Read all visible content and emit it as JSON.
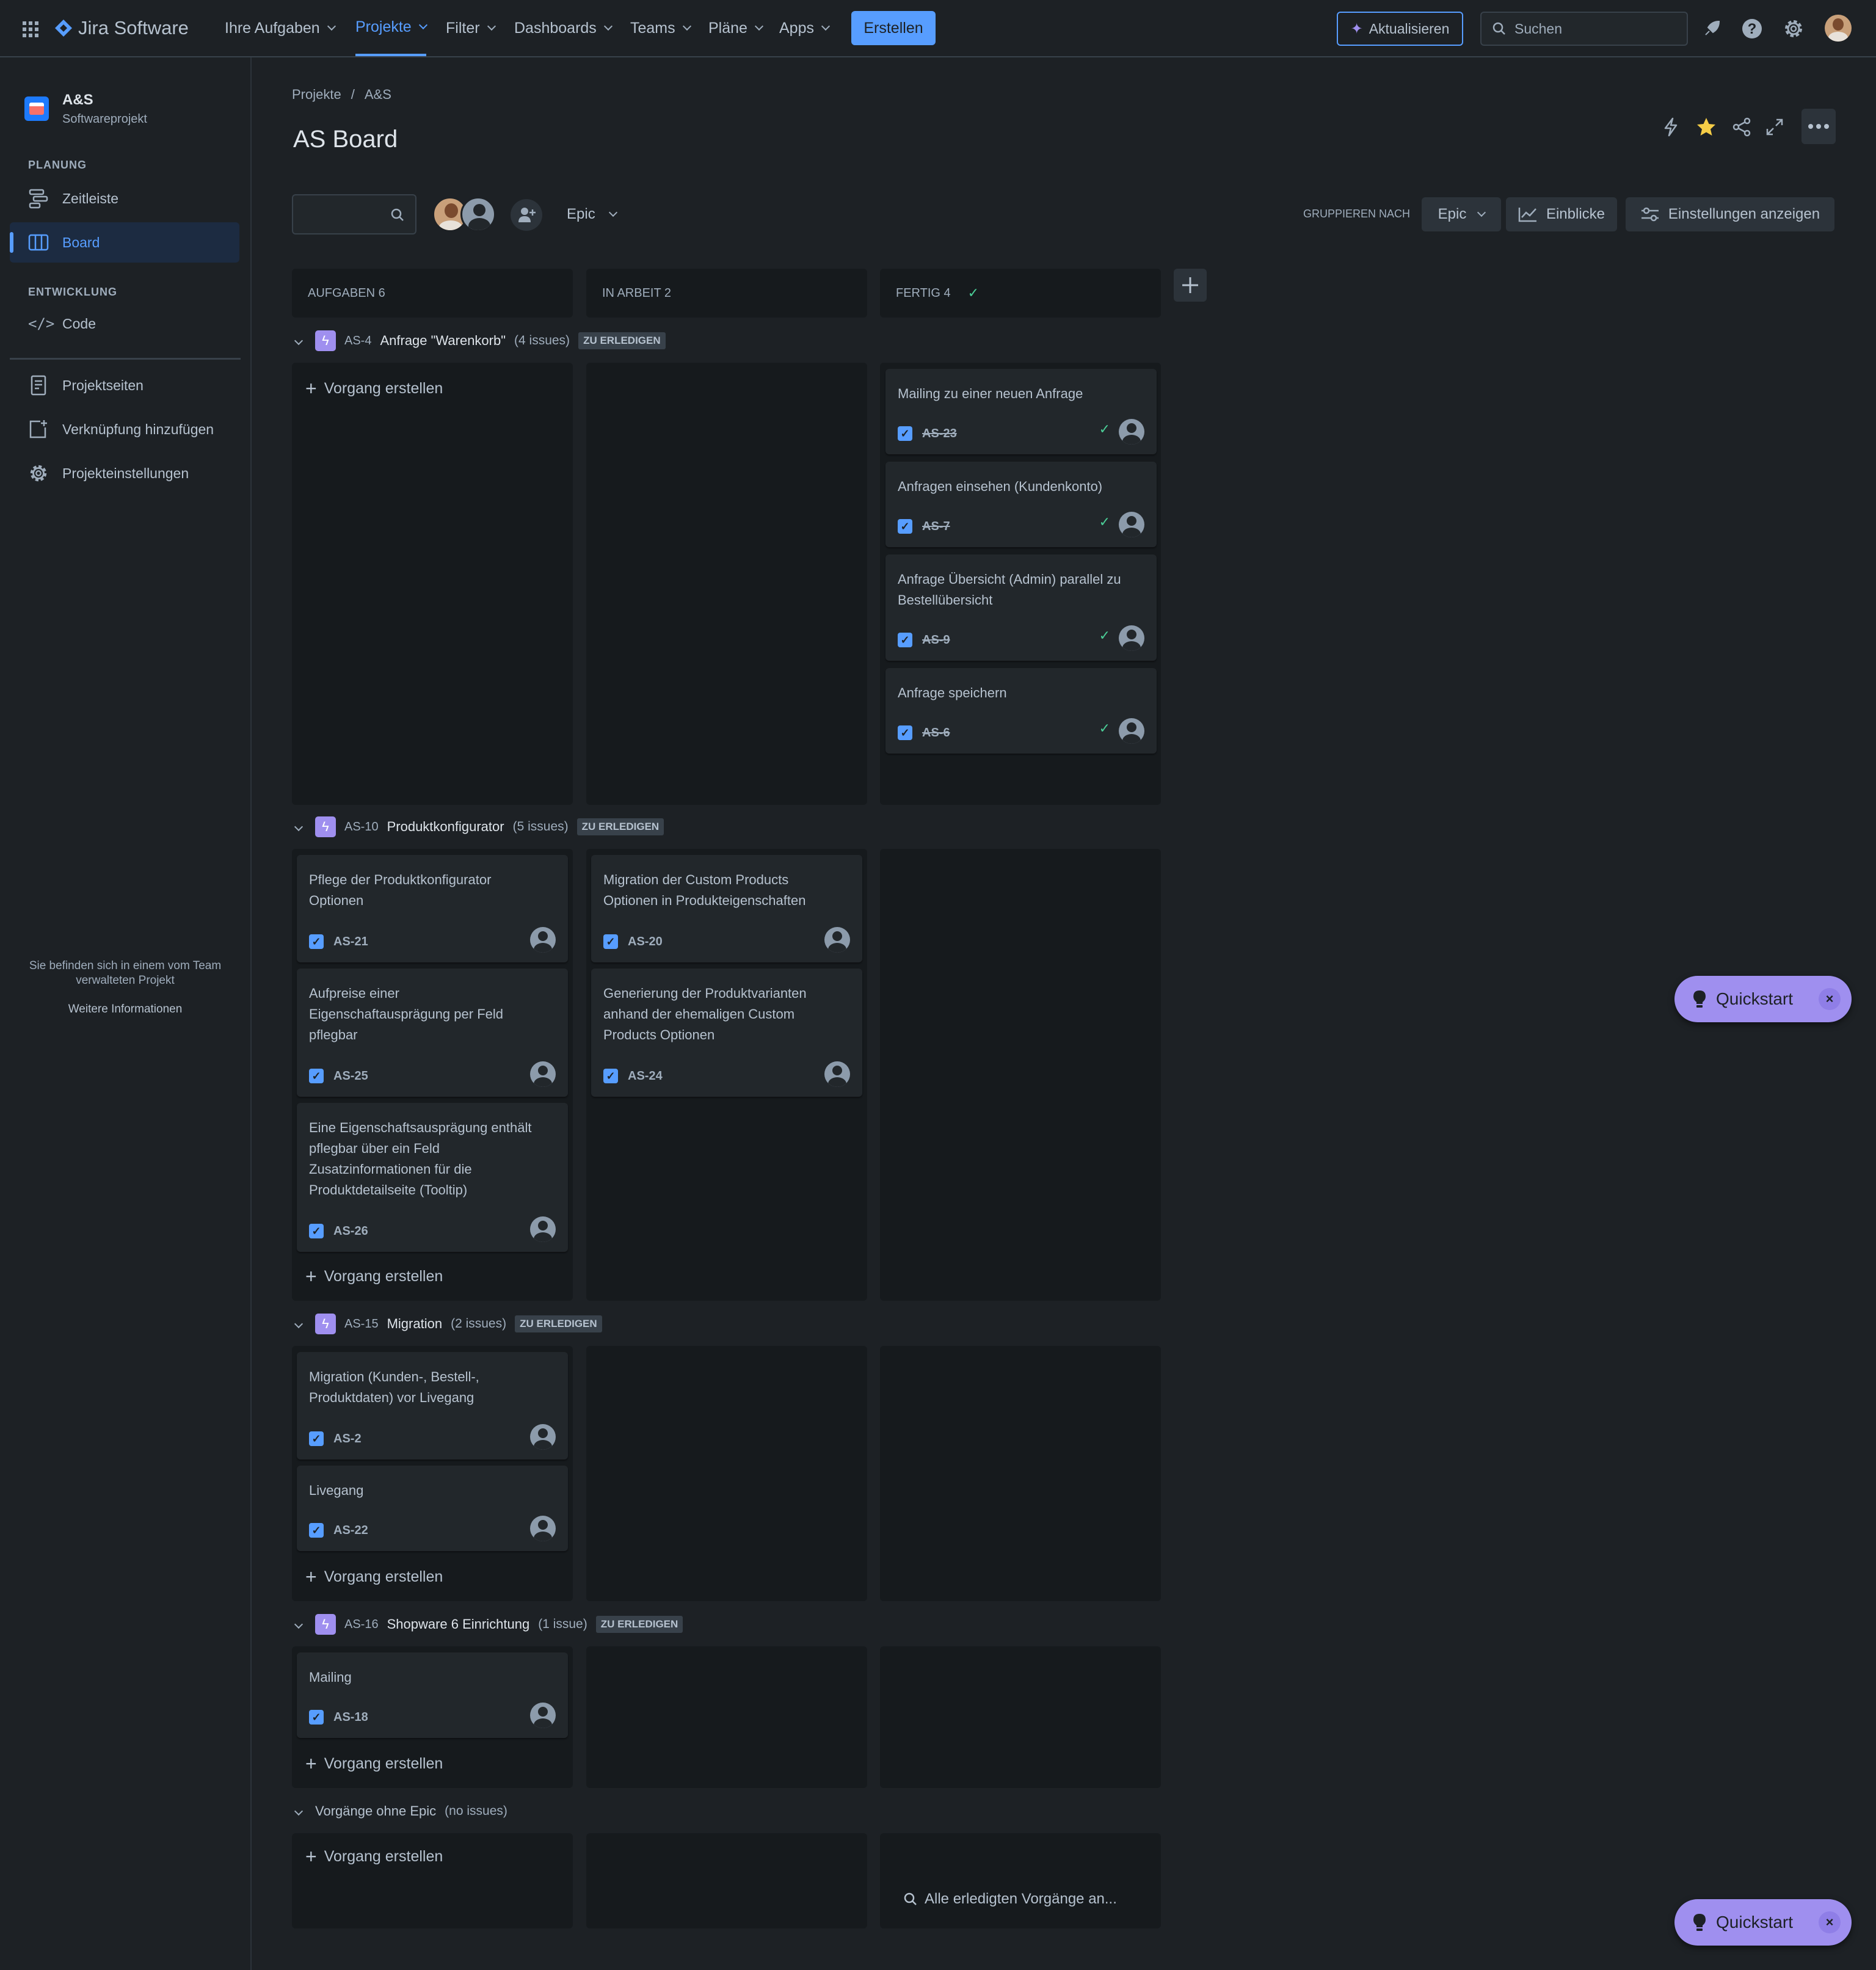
{
  "topbar": {
    "product": "Jira Software",
    "nav": [
      {
        "label": "Ihre Aufgaben"
      },
      {
        "label": "Projekte"
      },
      {
        "label": "Filter"
      },
      {
        "label": "Dashboards"
      },
      {
        "label": "Teams"
      },
      {
        "label": "Pläne"
      },
      {
        "label": "Apps"
      }
    ],
    "create_label": "Erstellen",
    "update_label": "Aktualisieren",
    "search_placeholder": "Suchen"
  },
  "sidebar": {
    "project_name": "A&S",
    "project_type": "Softwareprojekt",
    "planning_heading": "PLANUNG",
    "timeline_label": "Zeitleiste",
    "board_label": "Board",
    "development_heading": "ENTWICKLUNG",
    "code_label": "Code",
    "project_pages_label": "Projektseiten",
    "add_link_label": "Verknüpfung hinzufügen",
    "project_settings_label": "Projekteinstellungen",
    "team_managed_note": "Sie befinden sich in einem vom Team verwalteten Projekt",
    "more_info_label": "Weitere Informationen"
  },
  "main": {
    "breadcrumb_root": "Projekte",
    "breadcrumb_sep": "/",
    "breadcrumb_project": "A&S",
    "title": "AS Board",
    "epic_filter_label": "Epic",
    "group_by_label": "GRUPPIEREN NACH",
    "group_by_value": "Epic",
    "insights_label": "Einblicke",
    "view_settings_label": "Einstellungen anzeigen"
  },
  "columns": [
    {
      "label": "AUFGABEN 6"
    },
    {
      "label": "IN ARBEIT 2"
    },
    {
      "label": "FERTIG 4"
    }
  ],
  "create_issue_label": "Vorgang erstellen",
  "epics": [
    {
      "key": "AS-4",
      "name": "Anfrage \"Warenkorb\"",
      "count": "(4 issues)",
      "status": "ZU ERLEDIGEN"
    },
    {
      "key": "AS-10",
      "name": "Produktkonfigurator",
      "count": "(5 issues)",
      "status": "ZU ERLEDIGEN"
    },
    {
      "key": "AS-15",
      "name": "Migration",
      "count": "(2 issues)",
      "status": "ZU ERLEDIGEN"
    },
    {
      "key": "AS-16",
      "name": "Shopware 6 Einrichtung",
      "count": "(1 issue)",
      "status": "ZU ERLEDIGEN"
    },
    {
      "name": "Vorgänge ohne Epic",
      "count": "(no issues)"
    }
  ],
  "cards": [
    {
      "title": "Mailing zu einer neuen Anfrage",
      "key": "AS-23"
    },
    {
      "title": "Anfragen einsehen (Kundenkonto)",
      "key": "AS-7"
    },
    {
      "title": "Anfrage Übersicht (Admin) parallel zu Bestellübersicht",
      "key": "AS-9"
    },
    {
      "title": "Anfrage speichern",
      "key": "AS-6"
    },
    {
      "title": "Pflege der Produktkonfigurator Optionen",
      "key": "AS-21"
    },
    {
      "title": "Aufpreise einer Eigenschaftausprägung per Feld pflegbar",
      "key": "AS-25"
    },
    {
      "title": "Eine Eigenschaftsausprägung enthält pflegbar über ein Feld Zusatzinformationen für die Produktdetailseite (Tooltip)",
      "key": "AS-26"
    },
    {
      "title": "Migration der Custom Products Optionen in Produkteigenschaften",
      "key": "AS-20"
    },
    {
      "title": "Generierung der Produktvarianten anhand der ehemaligen Custom Products Optionen",
      "key": "AS-24"
    },
    {
      "title": "Migration (Kunden-, Bestell-, Produktdaten) vor Livegang",
      "key": "AS-2"
    },
    {
      "title": "Livegang",
      "key": "AS-22"
    },
    {
      "title": "Mailing",
      "key": "AS-18"
    }
  ],
  "all_done_label": "Alle erledigten Vorgänge an...",
  "quickstart_label": "Quickstart",
  "colors": {
    "accent": "#579dff",
    "epic": "#9f8fef",
    "background": "#1d2125",
    "column": "#161a1d",
    "card": "#22272b",
    "done_check": "#4bce97"
  }
}
